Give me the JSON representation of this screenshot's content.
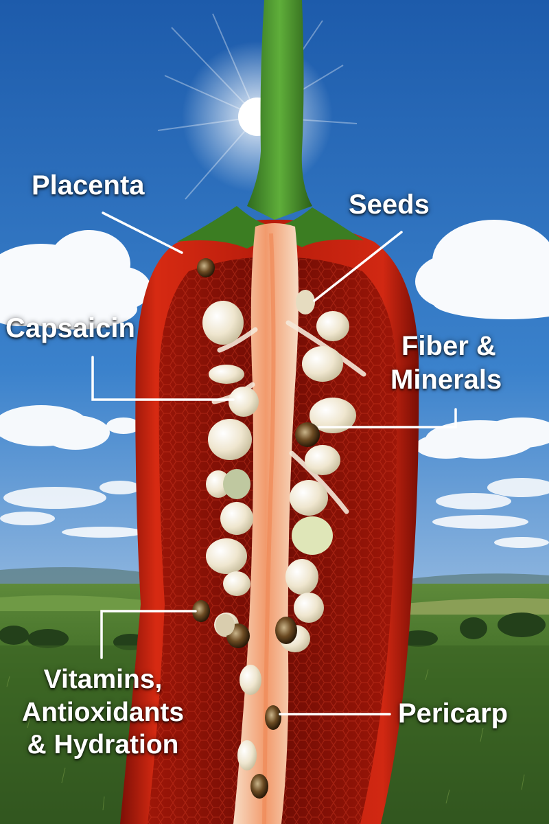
{
  "labels": {
    "placenta": "Placenta",
    "seeds": "Seeds",
    "capsaicin": "Capsaicin",
    "fiber_line1": "Fiber &",
    "fiber_line2": "Minerals",
    "vitamins_line1": "Vitamins,",
    "vitamins_line2": "Antioxidants",
    "vitamins_line3": "& Hydration",
    "pericarp": "Pericarp"
  },
  "colors": {
    "sky_top": "#1f5fb0",
    "sky_bottom": "#a9c8e6",
    "pepper_red": "#c8210f",
    "pepper_dark": "#8e1208",
    "stem_green": "#3f8a2a",
    "placenta_core": "#f2a57a",
    "seed_cream": "#f3ecd9",
    "field_green": "#3f6b2a"
  }
}
